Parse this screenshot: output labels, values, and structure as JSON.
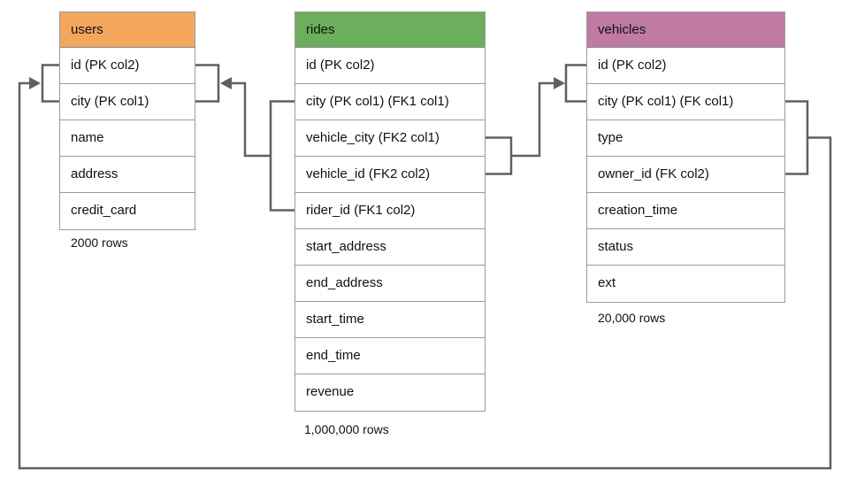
{
  "diagram": {
    "colors": {
      "users_header": "#F3A75C",
      "rides_header": "#6BAE5B",
      "vehicles_header": "#BF7BA4",
      "connector": "#5f6063",
      "table_border": "#9a9a9a"
    },
    "tables": [
      {
        "name": "users",
        "row_count_label": "2000 rows",
        "columns": [
          "id (PK col2)",
          "city (PK col1)",
          "name",
          "address",
          "credit_card"
        ]
      },
      {
        "name": "rides",
        "row_count_label": "1,000,000 rows",
        "columns": [
          "id (PK col2)",
          "city (PK col1) (FK1 col1)",
          "vehicle_city (FK2 col1)",
          "vehicle_id (FK2 col2)",
          "rider_id (FK1 col2)",
          "start_address",
          "end_address",
          "start_time",
          "end_time",
          "revenue"
        ]
      },
      {
        "name": "vehicles",
        "row_count_label": "20,000 rows",
        "columns": [
          "id (PK col2)",
          "city (PK col1) (FK col1)",
          "type",
          "owner_id (FK col2)",
          "creation_time",
          "status",
          "ext"
        ]
      }
    ],
    "relationships": [
      {
        "name": "FK1",
        "from_table": "rides",
        "from_columns": [
          "city",
          "rider_id"
        ],
        "to_table": "users",
        "to_columns": [
          "id",
          "city"
        ]
      },
      {
        "name": "FK2",
        "from_table": "rides",
        "from_columns": [
          "vehicle_city",
          "vehicle_id"
        ],
        "to_table": "vehicles",
        "to_columns": [
          "id",
          "city"
        ]
      },
      {
        "name": "FK",
        "from_table": "vehicles",
        "from_columns": [
          "city",
          "owner_id"
        ],
        "to_table": "users",
        "to_columns": [
          "id",
          "city"
        ]
      }
    ]
  }
}
